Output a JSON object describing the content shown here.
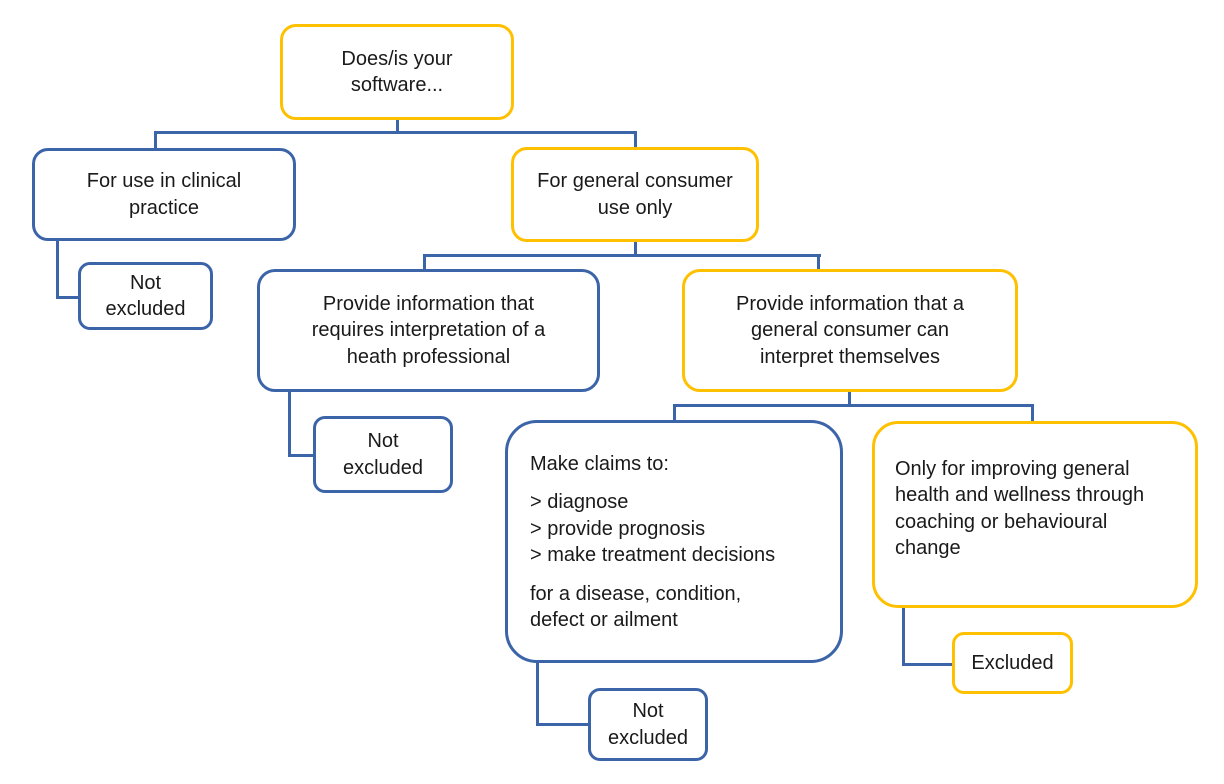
{
  "colors": {
    "node_border_blue": "#3C64A8",
    "node_border_orange": "#FFC000",
    "connector_blue": "#3C64A8",
    "text": "#1A1A1A",
    "background": "#FFFFFF"
  },
  "diagram": {
    "type": "decision-tree-flowchart",
    "nodes": {
      "root": {
        "color": "orange",
        "text": [
          "Does/is your",
          "software..."
        ]
      },
      "clinical": {
        "color": "blue",
        "text": [
          "For use in clinical",
          "practice"
        ]
      },
      "consumer": {
        "color": "orange",
        "text": [
          "For general consumer",
          "use only"
        ]
      },
      "not_excluded_1": {
        "color": "blue",
        "text": [
          "Not",
          "excluded"
        ]
      },
      "interpretation": {
        "color": "blue",
        "text": [
          "Provide information that",
          "requires interpretation of a",
          "heath professional"
        ]
      },
      "self_interpret": {
        "color": "orange",
        "text": [
          "Provide information that a",
          "general consumer can",
          "interpret themselves"
        ]
      },
      "not_excluded_2": {
        "color": "blue",
        "text": [
          "Not",
          "excluded"
        ]
      },
      "claims": {
        "color": "blue",
        "header": "Make claims to:",
        "items": [
          "> diagnose",
          "> provide prognosis",
          "> make treatment decisions"
        ],
        "footer": [
          "for a disease, condition,",
          "defect or ailment"
        ]
      },
      "wellness": {
        "color": "orange",
        "text": [
          "Only for improving general",
          "health and wellness through",
          "coaching or behavioural",
          "change"
        ]
      },
      "excluded": {
        "color": "orange",
        "text": "Excluded"
      },
      "not_excluded_3": {
        "color": "blue",
        "text": [
          "Not",
          "excluded"
        ]
      }
    }
  }
}
